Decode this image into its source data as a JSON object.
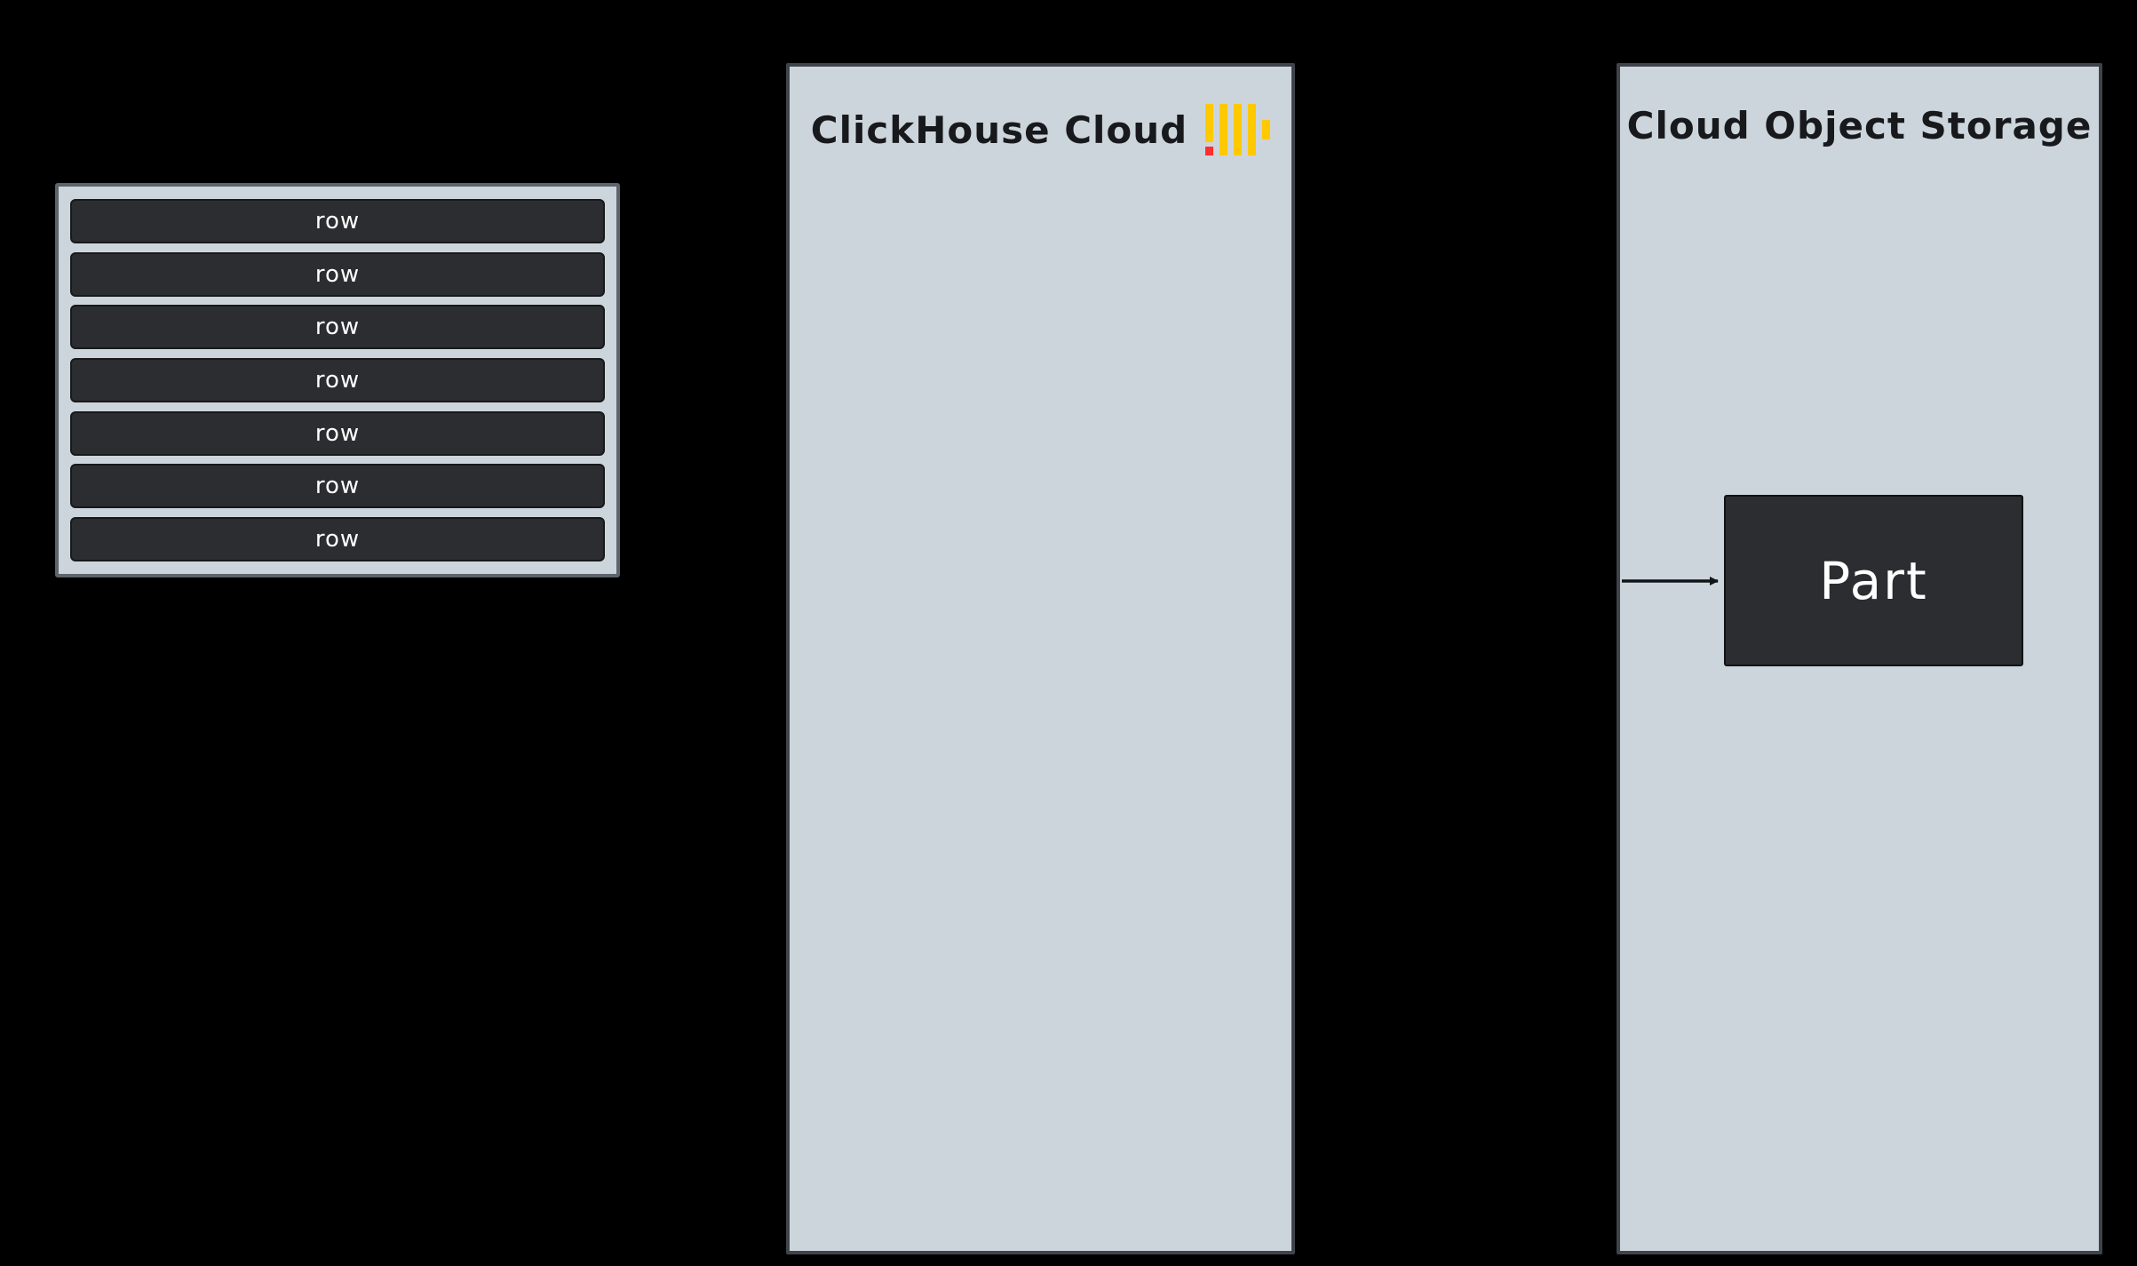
{
  "colors": {
    "background": "#000000",
    "panel_fill": "#cdd5dc",
    "panel_border": "#3f444a",
    "row_fill": "#2b2d30",
    "text_dark": "#17191c",
    "text_light": "#ffffff",
    "logo_yellow": "#ffc900",
    "logo_red": "#ff2e2e"
  },
  "row_stack": {
    "rows": [
      "row",
      "row",
      "row",
      "row",
      "row",
      "row",
      "row"
    ]
  },
  "clickhouse_panel": {
    "title": "ClickHouse Cloud",
    "logo_icon": "clickhouse-logo"
  },
  "storage_panel": {
    "title": "Cloud Object Storage",
    "part_label": "Part"
  }
}
